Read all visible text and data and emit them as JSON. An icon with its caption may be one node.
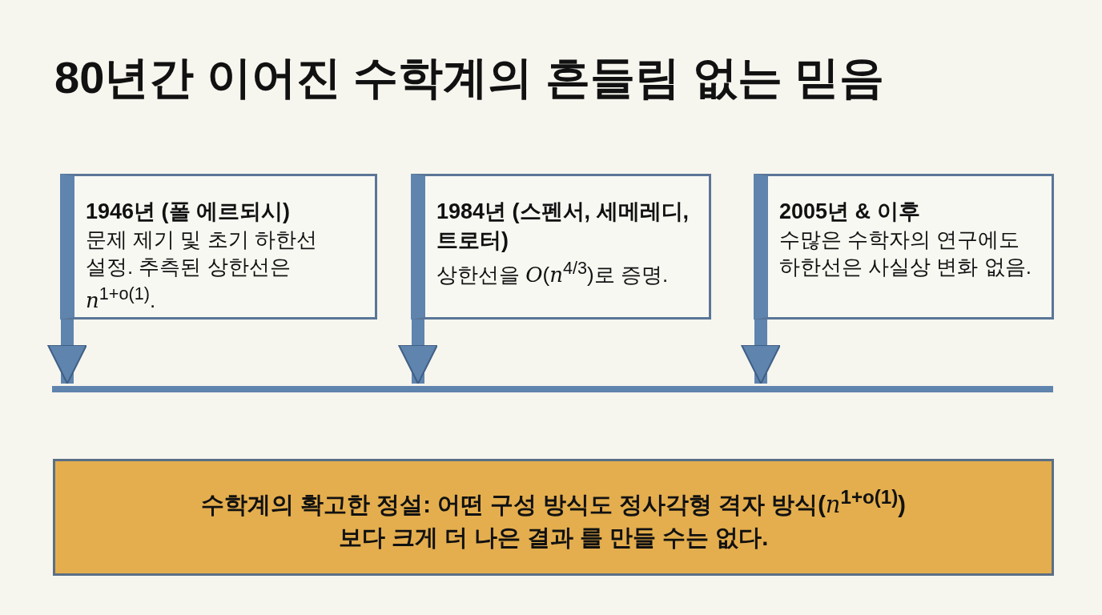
{
  "diagram": {
    "title": "80년간 이어진 수학계의 흔들림 없는 믿음",
    "nodes": [
      {
        "text": [
          "1946년 (폴 에르되시)",
          "문제 제기 및 초기 하한선 설정. 추측된 상한선은 *n*$^{1+o(1)}$."
        ]
      },
      {
        "text": [
          "1984년 (스펜서, 세메레디, 트로터)",
          "상한선을 *O*(*n*$^{4/3}$)로 증명."
        ]
      },
      {
        "text": [
          "2005년 & 이후",
          "수많은 수학자의 연구에도 하한선은 사실상 변화 없음."
        ]
      },
      {
        "text": [],
        "shape": "bar"
      },
      {
        "text": [
          "수학계의 확고한 정설: 어떤 구성 방식도 정사각형 격자 방식(*n*$^{1+o(1)}$)보다 크게 더 나은 결과 를 만들 수는 없다."
        ]
      }
    ],
    "edges": [
      {
        "from": 0,
        "to": 3,
        "arrow": "to"
      },
      {
        "from": 1,
        "to": 3,
        "arrow": "to"
      },
      {
        "from": 2,
        "to": 3,
        "arrow": "to"
      }
    ]
  }
}
